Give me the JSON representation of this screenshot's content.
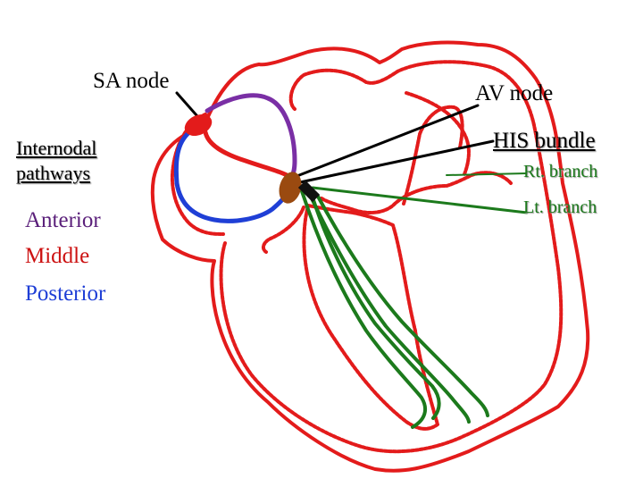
{
  "labels": {
    "sa_node": "SA node",
    "av_node": "AV node",
    "internodal_line1": "Internodal",
    "internodal_line2": "pathways",
    "his_bundle": "HIS bundle",
    "rt_branch": "Rt. branch",
    "lt_branch": "Lt. branch",
    "anterior": "Anterior",
    "middle": "Middle",
    "posterior": "Posterior"
  },
  "colors": {
    "outline": "#e31b1b",
    "anterior": "#7a2fa5",
    "middle": "#e31b1b",
    "posterior": "#1f3fd6",
    "bundle_branches": "#1c7a1c",
    "av_node": "#9a4a10",
    "sa_node": "#e31b1b",
    "his_bundle": "#111111",
    "branch_labels": "#1c7a1c",
    "anterior_label": "#5a1f7a",
    "middle_label": "#cc1111",
    "posterior_label": "#1f3fd6"
  }
}
